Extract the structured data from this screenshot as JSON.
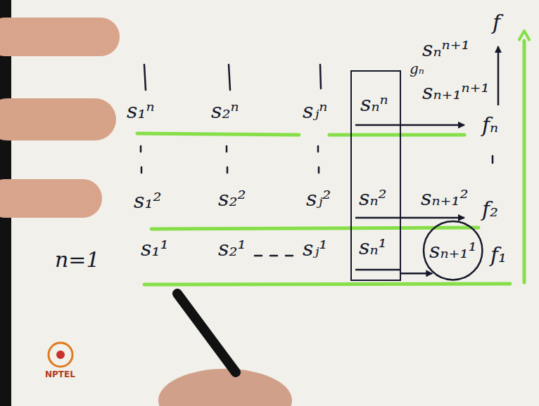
{
  "diagram": {
    "nodes": [
      {
        "text": [
          "sₙⁿ",
          "sₙ²",
          "sₙ¹"
        ]
      },
      {
        "text": [
          "sₙ₊₁¹"
        ]
      }
    ],
    "edges": [
      {
        "from": 0,
        "to": 1,
        "arrow": "to"
      }
    ],
    "labels": [
      "s₁ⁿ",
      "s₂ⁿ",
      "sⱼⁿ",
      "sₙⁿ⁺¹",
      "f",
      "gₙ",
      "sₙ₊₁ⁿ⁺¹",
      "fₙ",
      "s₁²",
      "s₂²",
      "sⱼ²",
      "sₙ₊₁²",
      "f₂",
      "n=1",
      "s₁¹",
      "s₂¹",
      "sⱼ¹",
      "f₁",
      "NPTEL"
    ]
  }
}
